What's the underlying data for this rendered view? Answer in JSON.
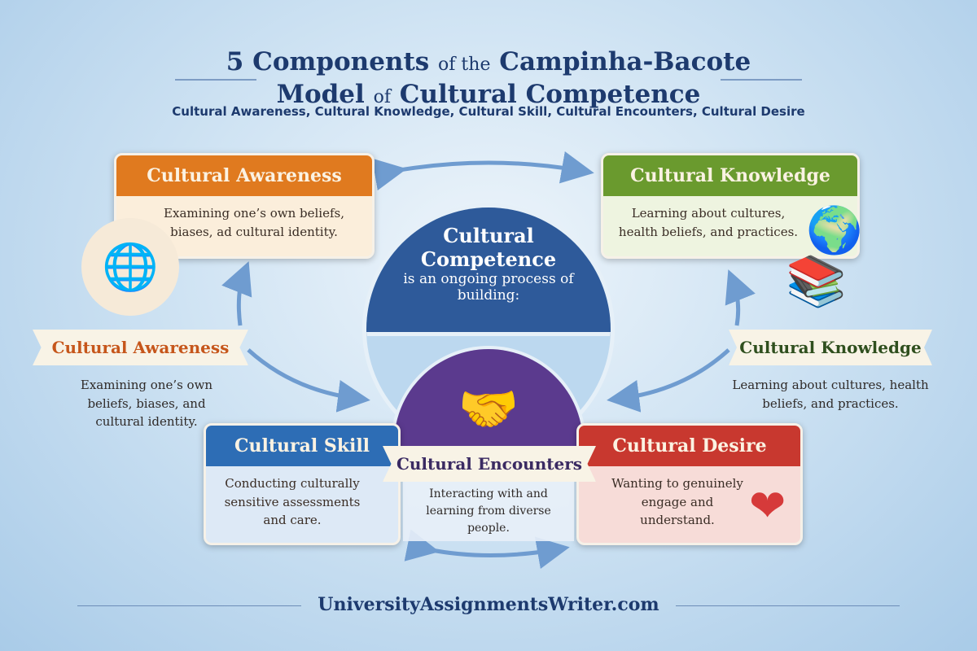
{
  "title": {
    "line1_a": "5 Components",
    "line1_b": "of the",
    "line1_c": "Campinha-Bacote",
    "line2_a": "Model",
    "line2_b": "of",
    "line2_c": "Cultural Competence"
  },
  "subtitle": "Cultural Awareness, Cultural Knowledge, Cultural Skill, Cultural Encounters, Cultural Desire",
  "center": {
    "line1": "Cultural",
    "line2": "Competence",
    "line3": "is an ongoing process of",
    "line4": "building:"
  },
  "cards": {
    "awareness": {
      "title": "Cultural Awareness",
      "text": "Examining one’s own beliefs, biases, ad cultural identity.",
      "color": "#e07a1f"
    },
    "knowledge": {
      "title": "Cultural Knowledge",
      "text": "Learning about cultures, health beliefs, and practices.",
      "color": "#6a9a2e"
    },
    "skill": {
      "title": "Cultural Skill",
      "text": "Conducting culturally sensitive assessments and care.",
      "color": "#2d6db5"
    },
    "desire": {
      "title": "Cultural Desire",
      "text": "Wanting to genuinely engage and understand.",
      "color": "#c8382f"
    }
  },
  "ribbons": {
    "awareness": {
      "title": "Cultural Awareness",
      "text": "Examining one’s own beliefs, biases, and cultural identity."
    },
    "knowledge": {
      "title": "Cultural Knowledge",
      "text": "Learning about cultures, health beliefs, and practices."
    },
    "encounters": {
      "title": "Cultural Encounters",
      "text": "Interacting with and learning from diverse people."
    }
  },
  "footer": "UniversityAssignmentsWriter.com"
}
